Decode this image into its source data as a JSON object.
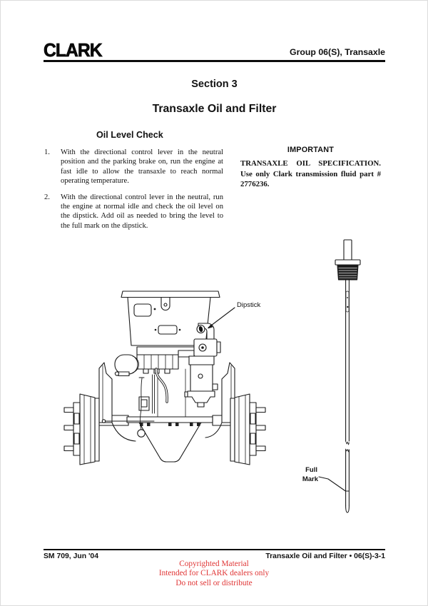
{
  "header": {
    "logo": "CLARK",
    "group_label": "Group 06(S), Transaxle"
  },
  "section": {
    "number": "Section 3",
    "title": "Transaxle Oil and Filter"
  },
  "content": {
    "heading": "Oil Level Check",
    "steps": [
      {
        "num": "1.",
        "text": "With the directional control lever in the neutral position and the parking brake on, run the engine at fast idle to allow the transaxle to reach normal operating temperature."
      },
      {
        "num": "2.",
        "text": "With the directional control lever in the neutral, run the engine at normal idle and check the oil level on the dipstick. Add oil as needed to bring the level to the full mark on the dipstick."
      }
    ],
    "important": {
      "heading": "IMPORTANT",
      "body": "TRANSAXLE OIL SPECIFICATION. Use only Clark transmission fluid part # 2776236."
    }
  },
  "figure": {
    "dipstick_callout": "Dipstick",
    "full_mark_line1": "Full",
    "full_mark_line2": "Mark"
  },
  "footer": {
    "left": "SM 709, Jun '04",
    "right": "Transaxle Oil and Filter • 06(S)-3-1",
    "notice": [
      "Copyrighted Material",
      "Intended for CLARK dealers only",
      "Do not sell or distribute"
    ]
  },
  "colors": {
    "notice_red": "#e03535",
    "ink": "#111111"
  }
}
